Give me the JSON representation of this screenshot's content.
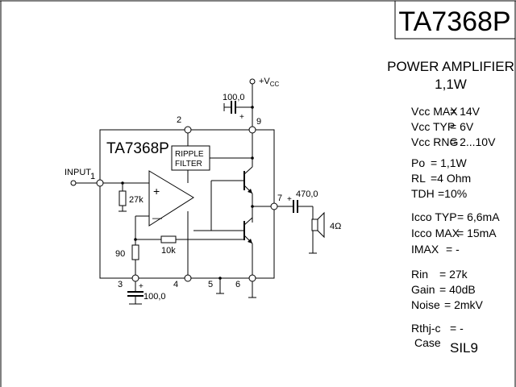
{
  "title_block": {
    "part_number": "TA7368P"
  },
  "heading": {
    "line1": "POWER AMPLIFIER",
    "line2": "1,1W"
  },
  "chip": {
    "label": "TA7368P",
    "ripple_filter": {
      "line1": "RIPPLE",
      "line2": "FILTER"
    },
    "opamp_plus": "+",
    "opamp_minus": "—"
  },
  "pins": {
    "p1": "1",
    "p2": "2",
    "p3": "3",
    "p4": "4",
    "p5": "5",
    "p6": "6",
    "p7": "7",
    "p9": "9"
  },
  "supply": {
    "label": "+V",
    "subscript": "CC"
  },
  "components": {
    "input_label": "INPUT",
    "c_supply": "100,0",
    "c_supply_plus": "+",
    "r_input": "27k",
    "r_feedback": "10k",
    "r_ground": "90",
    "c_bypass": "100,0",
    "c_bypass_plus": "+",
    "c_output": "470,0",
    "c_output_plus": "+",
    "speaker": "4Ω"
  },
  "specs": [
    {
      "label": "Vcc MAX",
      "value": "= 14V"
    },
    {
      "label": "Vcc TYP",
      "value": "= 6V"
    },
    {
      "label": "Vcc RNG",
      "value": "= 2...10V"
    },
    {
      "label": "Po",
      "value": "= 1,1W"
    },
    {
      "label": "RL",
      "value": "=4 Ohm"
    },
    {
      "label": "TDH",
      "value": "=10%"
    },
    {
      "label": "Icco TYP",
      "value": "= 6,6mA"
    },
    {
      "label": "Icco MAX",
      "value": "= 15mA"
    },
    {
      "label": "IMAX",
      "value": "=  -"
    },
    {
      "label": "Rin",
      "value": "=  27k"
    },
    {
      "label": "Gain",
      "value": "=  40dB"
    },
    {
      "label": "Noise",
      "value": "=  2mkV"
    },
    {
      "label": "Rthj-c",
      "value": "= -"
    },
    {
      "label": "Case",
      "value": "SIL9"
    }
  ]
}
